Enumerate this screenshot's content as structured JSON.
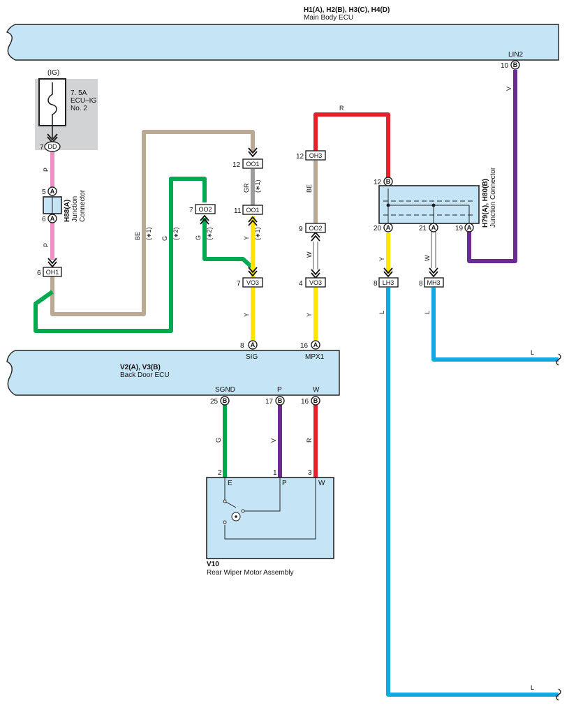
{
  "main_ecu": {
    "connectors": "H1(A), H2(B), H3(C), H4(D)",
    "name": "Main Body ECU"
  },
  "back_ecu": {
    "connectors": "V2(A), V3(B)",
    "name": "Back Door ECU"
  },
  "fuse": {
    "tag": "(IG)",
    "rating": "7. 5A",
    "name": "ECU–IG",
    "num": "No. 2"
  },
  "h88": {
    "code": "H88(A)",
    "l1": "Junction",
    "l2": "Connector"
  },
  "h79": {
    "code": "H79(A), H80(B)",
    "l1": "Junction Connector"
  },
  "motor": {
    "code": "V10",
    "name": "Rear Wiper Motor Assembly"
  },
  "ecu_terminals": {
    "lin2": "LIN2",
    "sig": "SIG",
    "mpx1": "MPX1",
    "sgnd": "SGND",
    "p": "P",
    "w": "W"
  },
  "motor_terms": {
    "e": "E",
    "p": "P",
    "w": "W"
  },
  "pins": {
    "p10": "10",
    "p7a": "7",
    "p5": "5",
    "p6a": "6",
    "p6b": "6",
    "p12a": "12",
    "p11": "11",
    "p7b": "7",
    "p7c": "7",
    "p8a": "8",
    "p12b": "12",
    "p9": "9",
    "p4": "4",
    "p16a": "16",
    "p12c": "12",
    "p20": "20",
    "p21": "21",
    "p19": "19",
    "p8b": "8",
    "p8c": "8",
    "p25": "25",
    "p17": "17",
    "p16b": "16",
    "m2": "2",
    "m1": "1",
    "m3": "3"
  },
  "circles": {
    "c_lin2": "B",
    "c_h88a": "A",
    "c_h88b": "A",
    "c_sig": "A",
    "c_mpx": "A",
    "c_h80": "B",
    "c_20": "A",
    "c_21": "A",
    "c_19": "A",
    "c_25": "B",
    "c_17": "B",
    "c_16": "B"
  },
  "connectors": {
    "dd": "DD",
    "oh1": "OH1",
    "oo1a": "OO1",
    "oo1b": "OO1",
    "oo2a": "OO2",
    "vo3a": "VO3",
    "oh3": "OH3",
    "oo2b": "OO2",
    "vo3b": "VO3",
    "lh3": "LH3",
    "mh3": "MH3"
  },
  "wire_colors": {
    "v1": "V",
    "p1": "P",
    "p2": "P",
    "be1": "BE",
    "g1": "G",
    "g2": "G",
    "gr": "GR",
    "y1": "Y",
    "y2": "Y",
    "r1": "R",
    "be2": "BE",
    "w1": "W",
    "y3": "Y",
    "y4": "Y",
    "w2": "W",
    "l1": "L",
    "l2": "L",
    "l3": "L",
    "l4": "L",
    "g3": "G",
    "v2": "V",
    "r2": "R"
  },
  "notes": {
    "n1": "(∗1)",
    "n2": "(∗2)",
    "n3": "(∗2)",
    "n4": "(∗1)",
    "n5": "(∗1)"
  },
  "colors": {
    "ecu_fill": "#c5e5f7",
    "pink": "#ef8fc3",
    "tan": "#b9a995",
    "green": "#00a94f",
    "gray": "#9c9c9c",
    "yellow": "#ffe500",
    "red": "#e8202a",
    "purple": "#6a2c91",
    "cyan": "#12a8e1",
    "fuse_bg": "#d2d3d5"
  }
}
